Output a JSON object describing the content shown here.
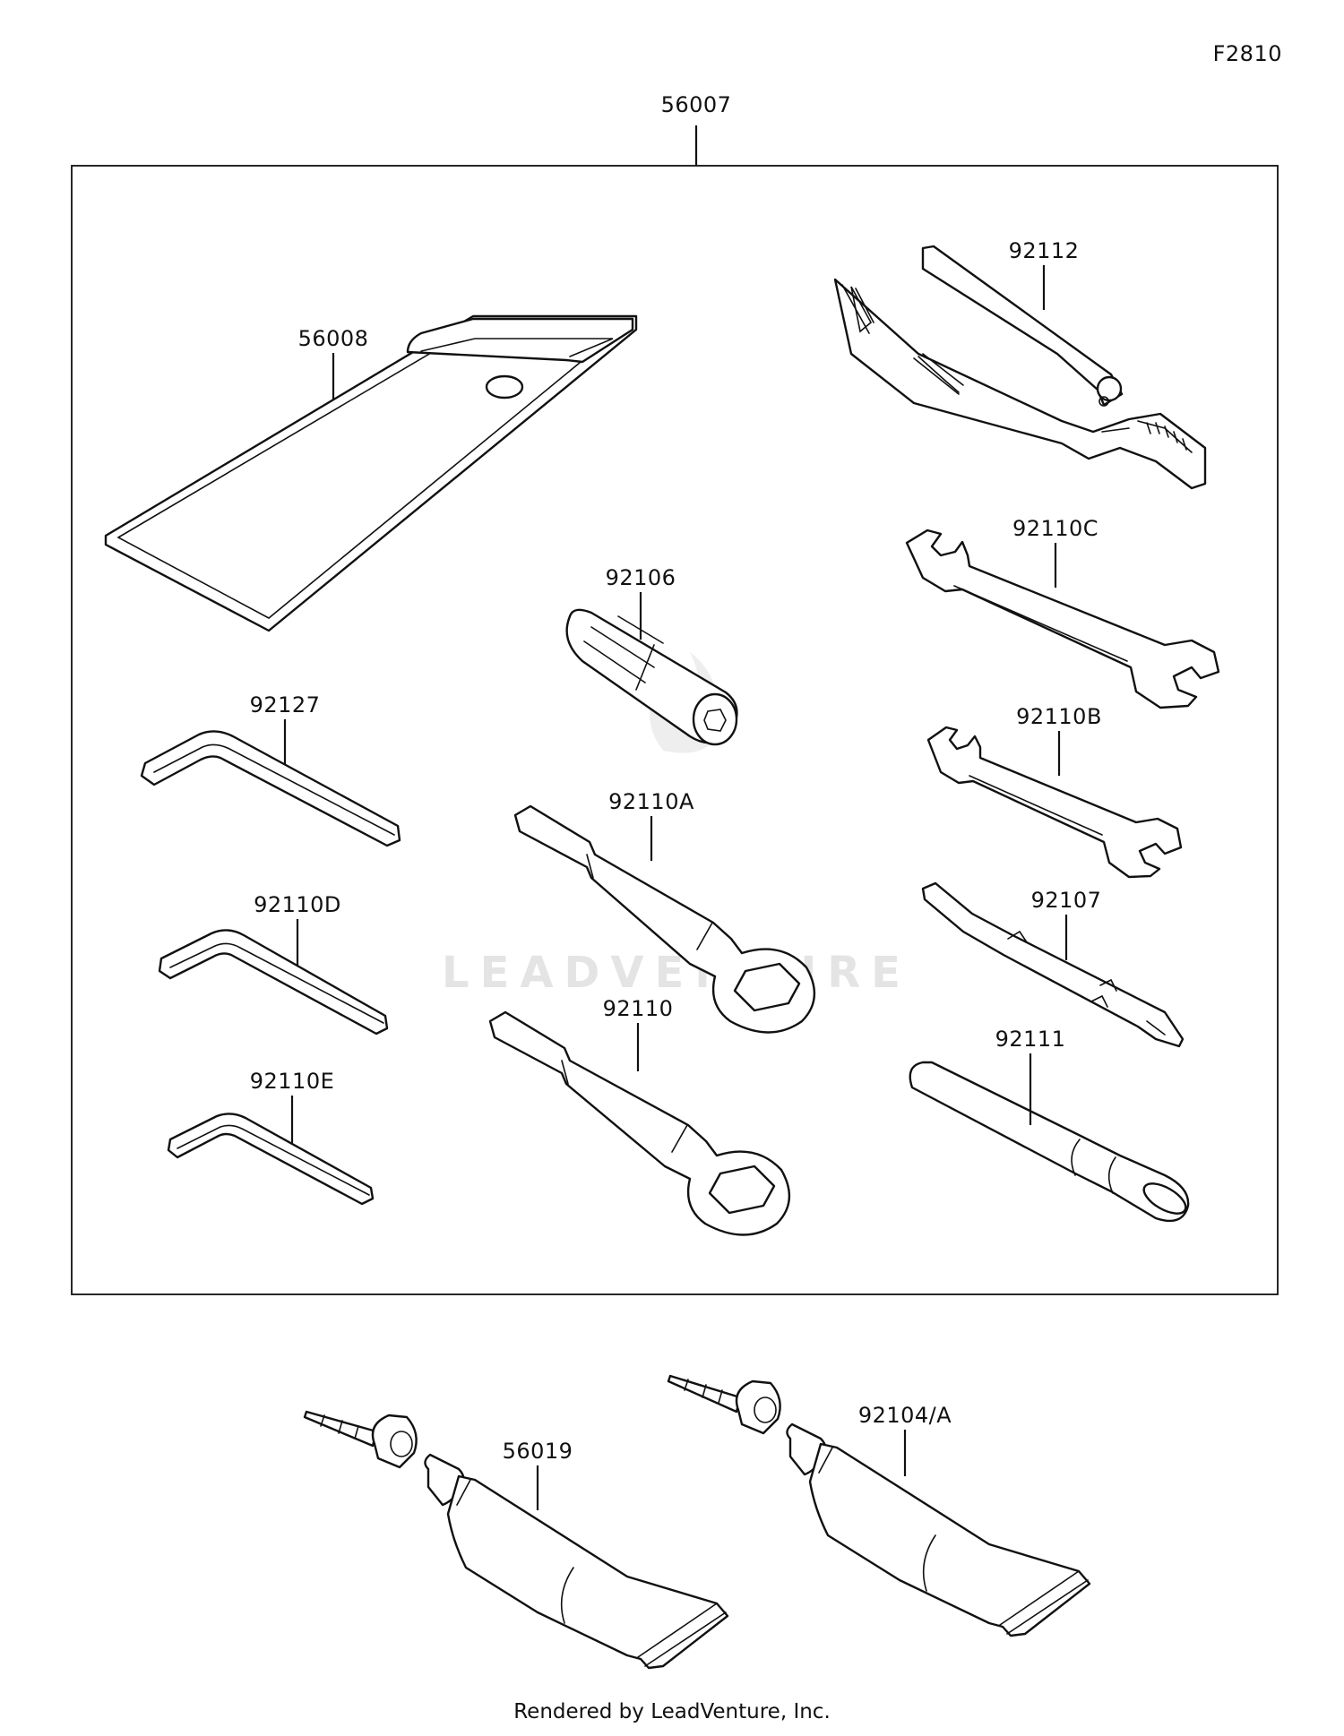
{
  "figure_code": "F2810",
  "kit_label": "56007",
  "watermark": "LEADVENTURE",
  "footer": "Rendered by LeadVenture, Inc.",
  "parts": {
    "pouch": "56008",
    "pliers": "92112",
    "wrench_c": "92110C",
    "socket": "92106",
    "hex_key_a": "92127",
    "wrench_b": "92110B",
    "ring_wrench_a": "92110A",
    "hex_key_d": "92110D",
    "screwdriver": "92107",
    "ring_wrench": "92110",
    "hex_key_e": "92110E",
    "handle": "92111",
    "tube_left": "56019",
    "tube_right": "92104/A"
  }
}
